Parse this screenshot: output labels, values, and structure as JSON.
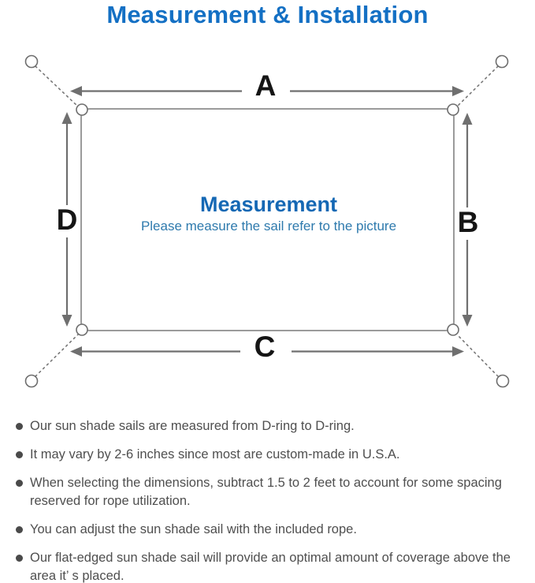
{
  "title": "Measurement & Installation",
  "diagram": {
    "label_top": "A",
    "label_right": "B",
    "label_bottom": "C",
    "label_left": "D",
    "center_title": "Measurement",
    "center_subtitle": "Please measure the sail refer to the picture"
  },
  "notes": [
    "Our sun shade sails are measured from D-ring to D-ring.",
    "It may vary by 2-6 inches since most are custom-made in U.S.A.",
    "When selecting the dimensions, subtract 1.5 to 2 feet to account for some spacing reserved for rope utilization.",
    "You can adjust the sun shade sail with the included rope.",
    "Our flat-edged sun shade sail will provide an optimal amount of coverage above the area it’ s placed."
  ],
  "colors": {
    "title_blue": "#1470c4",
    "center_title_blue": "#1568b4",
    "subtitle_blue": "#2e7aad",
    "note_text_gray": "#4f4f4f",
    "diagram_line_gray": "#6f6f6f",
    "sail_outline_gray": "#9b9b9b"
  }
}
